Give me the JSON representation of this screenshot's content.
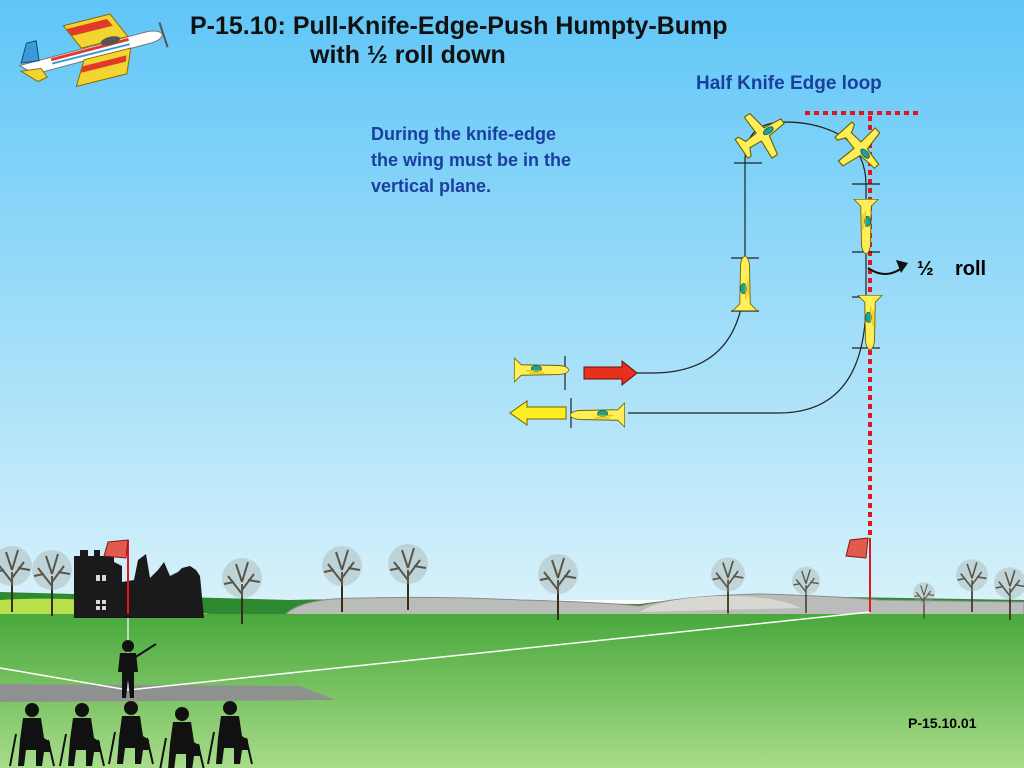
{
  "title": {
    "line1": "P-15.10: Pull-Knife-Edge-Push Humpty-Bump",
    "line2": "with ½ roll down"
  },
  "annotations": {
    "loop_label": "Half Knife Edge loop",
    "note_lines": [
      "During the knife-edge",
      "the wing must be in the",
      "vertical plane."
    ],
    "half_fraction": "½",
    "roll_label": "roll"
  },
  "reference": "P-15.10.01",
  "colors": {
    "sky_top": "#5fc6f7",
    "sky_bottom": "#d6f1fa",
    "ground_top": "#49a83c",
    "ground_bottom": "#a8dc8a",
    "text_blue": "#1b3f9e",
    "entry_arrow": "#e8311c",
    "exit_arrow": "#ffee22",
    "plane_yellow": "#ffee55",
    "reference_line": "#e0161c"
  },
  "icons": {
    "logo": "aerobatic-plane-icon",
    "spectators": "spectator-silhouettes-icon",
    "pilot": "pilot-silhouette-icon",
    "flag": "flag-icon",
    "tree": "tree-icon",
    "castle": "castle-ruin-icon"
  }
}
